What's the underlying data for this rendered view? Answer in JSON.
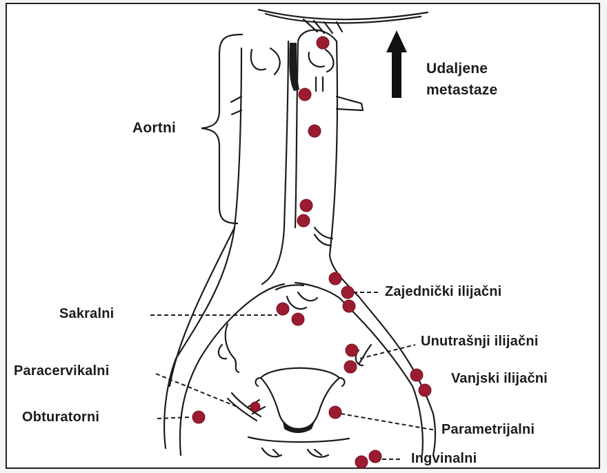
{
  "diagram": {
    "labels": {
      "distant": "Udaljene metastaze",
      "aortic": "Aortni",
      "common_iliac": "Zajednički ilijačni",
      "sacral": "Sakralni",
      "internal_iliac": "Unutrašnji ilijačni",
      "paracervical": "Paracervikalni",
      "external_iliac": "Vanjski ilijačni",
      "obturator": "Obturatorni",
      "parametrial": "Parametrijalni",
      "inguinal": "Ingvinalni"
    },
    "colors": {
      "node": "#9b1b30",
      "ink": "#1b1b1b"
    },
    "icons": [
      "up-arrow-icon",
      "brace-icon",
      "lymph-node-icon"
    ]
  }
}
